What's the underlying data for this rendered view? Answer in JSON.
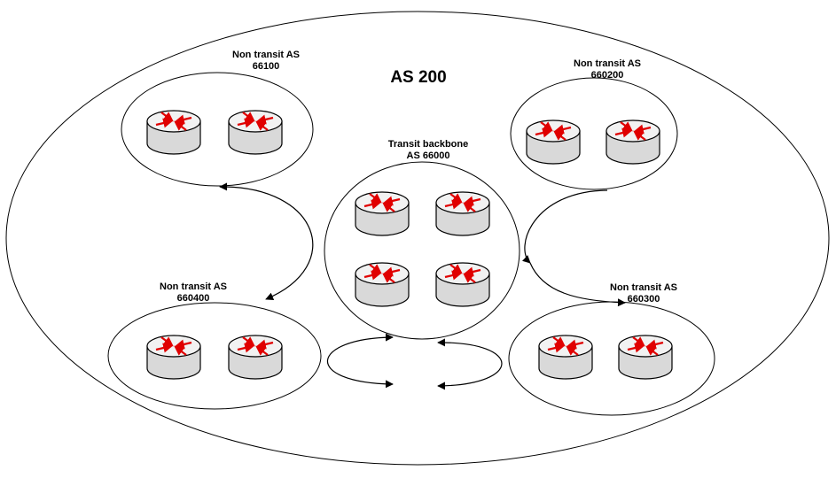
{
  "title": "AS 200",
  "groups": {
    "as66100": {
      "label": "Non transit AS",
      "number": "66100"
    },
    "as660200": {
      "label": "Non transit AS",
      "number": "660200"
    },
    "backbone": {
      "label": "Transit backbone",
      "number": "AS 66000"
    },
    "as660400": {
      "label": "Non transit AS",
      "number": "660400"
    },
    "as660300": {
      "label": "Non transit AS",
      "number": "660300"
    }
  },
  "colors": {
    "router_arrow": "#e00000",
    "router_body": "#e6e6e6",
    "stroke": "#000000"
  },
  "icons": [
    "router-icon"
  ]
}
